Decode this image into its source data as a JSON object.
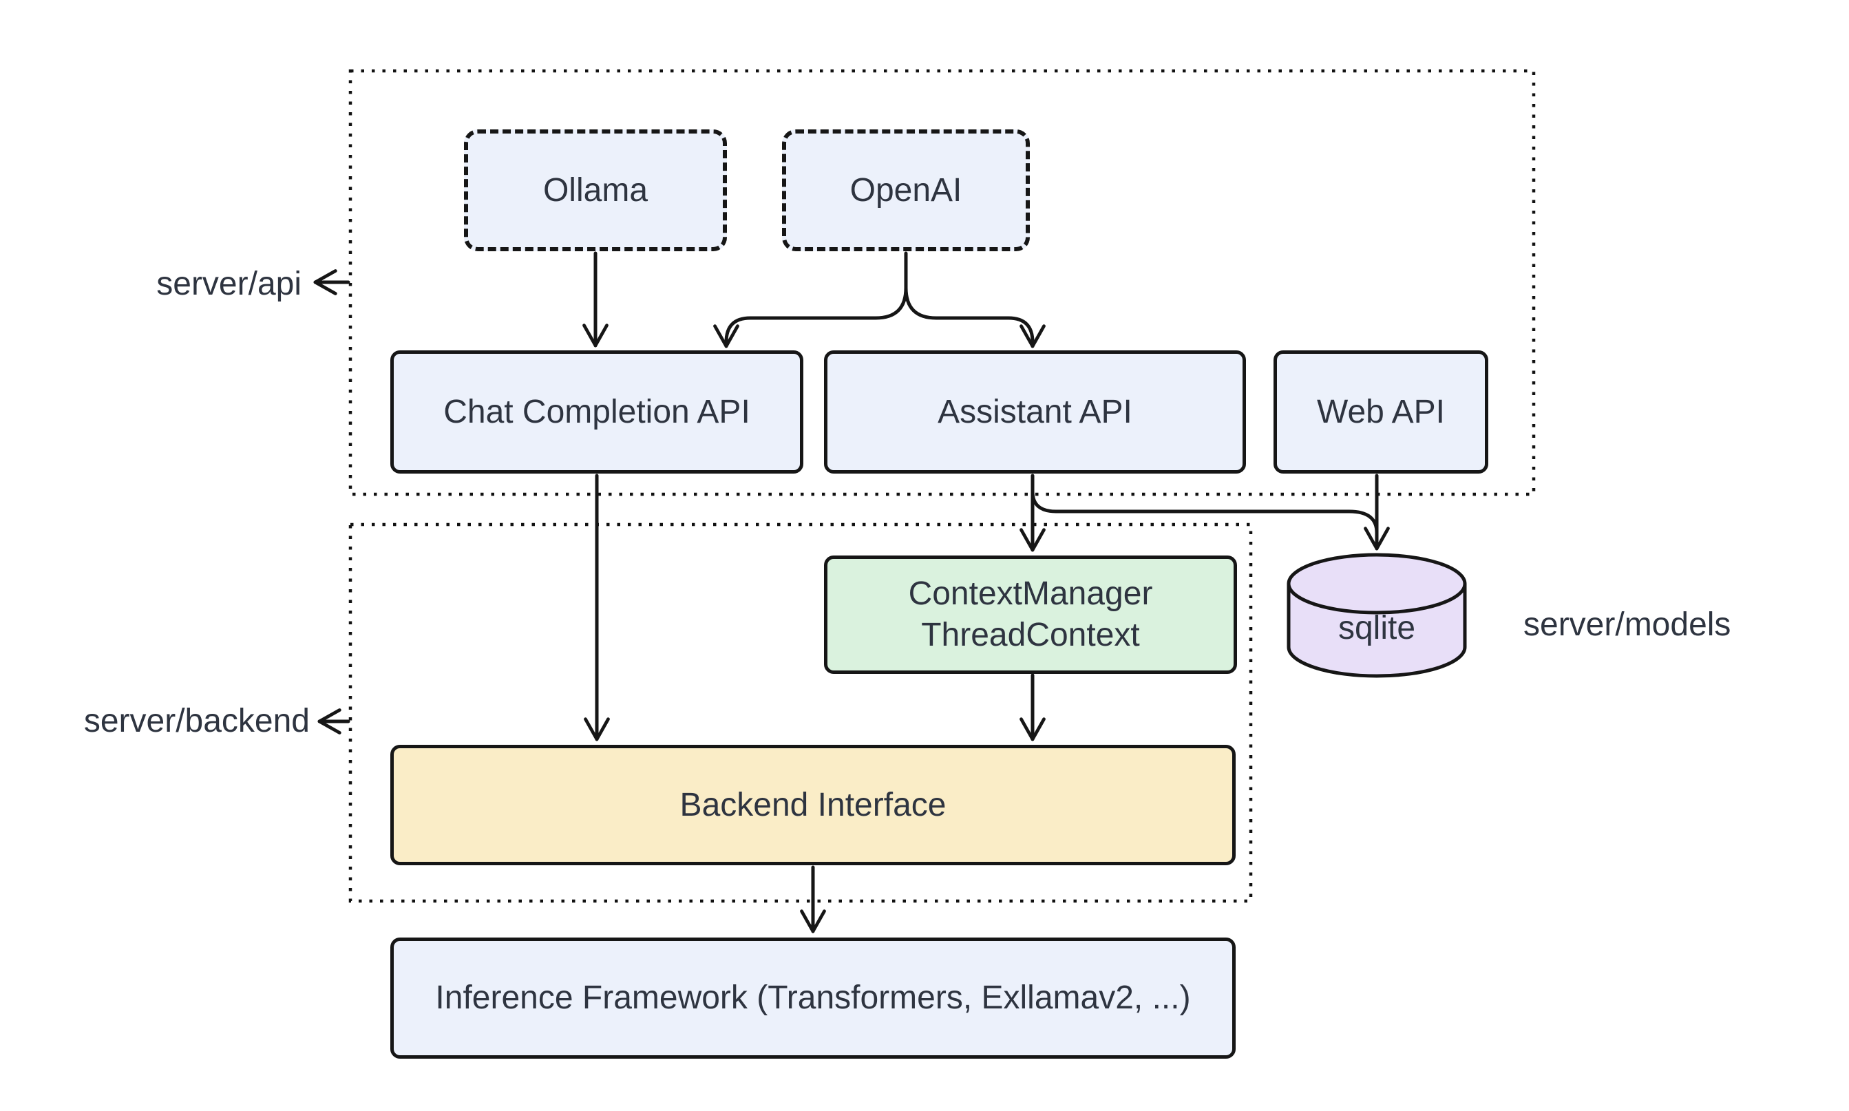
{
  "diagram": {
    "type": "architecture-flowchart",
    "colors": {
      "background": "#ffffff",
      "node_blue_fill": "#ecf1fb",
      "node_green_fill": "#daf2de",
      "node_yellow_fill": "#faedc7",
      "cylinder_purple_fill": "#e8dff8",
      "border_stroke": "#161616",
      "text": "#2e3440"
    },
    "containers": {
      "server_api": {
        "label": "server/api",
        "children": [
          "Ollama",
          "OpenAI",
          "Chat Completion API",
          "Assistant API",
          "Web API"
        ]
      },
      "server_backend": {
        "label": "server/backend",
        "children": [
          "ContextManager ThreadContext",
          "Backend Interface"
        ]
      }
    },
    "labels": {
      "server_models": "server/models"
    },
    "nodes": {
      "ollama": {
        "label": "Ollama",
        "style": "dashed-blue"
      },
      "openai": {
        "label": "OpenAI",
        "style": "dashed-blue"
      },
      "chat_completion_api": {
        "label": "Chat Completion API",
        "style": "solid-blue"
      },
      "assistant_api": {
        "label": "Assistant API",
        "style": "solid-blue"
      },
      "web_api": {
        "label": "Web API",
        "style": "solid-blue"
      },
      "context_manager": {
        "line1": "ContextManager",
        "line2": "ThreadContext",
        "style": "solid-green"
      },
      "sqlite": {
        "label": "sqlite",
        "style": "cylinder-purple"
      },
      "backend_interface": {
        "label": "Backend Interface",
        "style": "solid-yellow"
      },
      "inference_framework": {
        "label": "Inference Framework (Transformers, Exllamav2, ...)",
        "style": "solid-blue"
      }
    },
    "edges": [
      {
        "from": "ollama",
        "to": "chat_completion_api"
      },
      {
        "from": "openai",
        "to": "chat_completion_api"
      },
      {
        "from": "openai",
        "to": "assistant_api"
      },
      {
        "from": "chat_completion_api",
        "to": "backend_interface"
      },
      {
        "from": "assistant_api",
        "to": "context_manager"
      },
      {
        "from": "assistant_api",
        "to": "sqlite"
      },
      {
        "from": "web_api",
        "to": "sqlite"
      },
      {
        "from": "context_manager",
        "to": "backend_interface"
      },
      {
        "from": "backend_interface",
        "to": "inference_framework"
      }
    ]
  }
}
